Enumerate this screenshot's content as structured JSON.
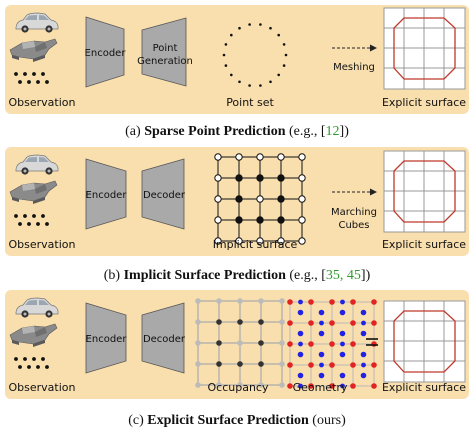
{
  "panels": [
    {
      "observation": "Observation",
      "encoder": "Encoder",
      "point_gen": [
        "Point",
        "Generation"
      ],
      "pointset": "Point set",
      "meshing": "Meshing",
      "explicit": "Explicit surface",
      "caption": {
        "prefix": "(a)",
        "bold": "Sparse Point Prediction",
        "mid": " (e.g., [",
        "refs": "12",
        "end": "])"
      }
    },
    {
      "observation": "Observation",
      "encoder": "Encoder",
      "decoder": "Decoder",
      "implicit": "Implicit surface",
      "marching": [
        "Marching",
        "Cubes"
      ],
      "explicit": "Explicit surface",
      "caption": {
        "prefix": "(b)",
        "bold": "Implicit Surface Prediction",
        "mid": " (e.g., [",
        "refs": "35, 45",
        "end": "])"
      }
    },
    {
      "observation": "Observation",
      "encoder": "Encoder",
      "decoder": "Decoder",
      "occupancy": "Occupancy",
      "geometry": "Geometry",
      "explicit": "Explicit surface",
      "caption": {
        "prefix": "(c)",
        "bold": "Explicit Surface Prediction",
        "mid": " (ours)"
      }
    }
  ],
  "colors": {
    "panel_bg": "#f9deae",
    "block_fill": "#a9a9a9",
    "octagon": "#c0392b",
    "ref_green": "#2e9b2e",
    "geometry_red": "#e32222",
    "geometry_blue": "#2222e3"
  }
}
